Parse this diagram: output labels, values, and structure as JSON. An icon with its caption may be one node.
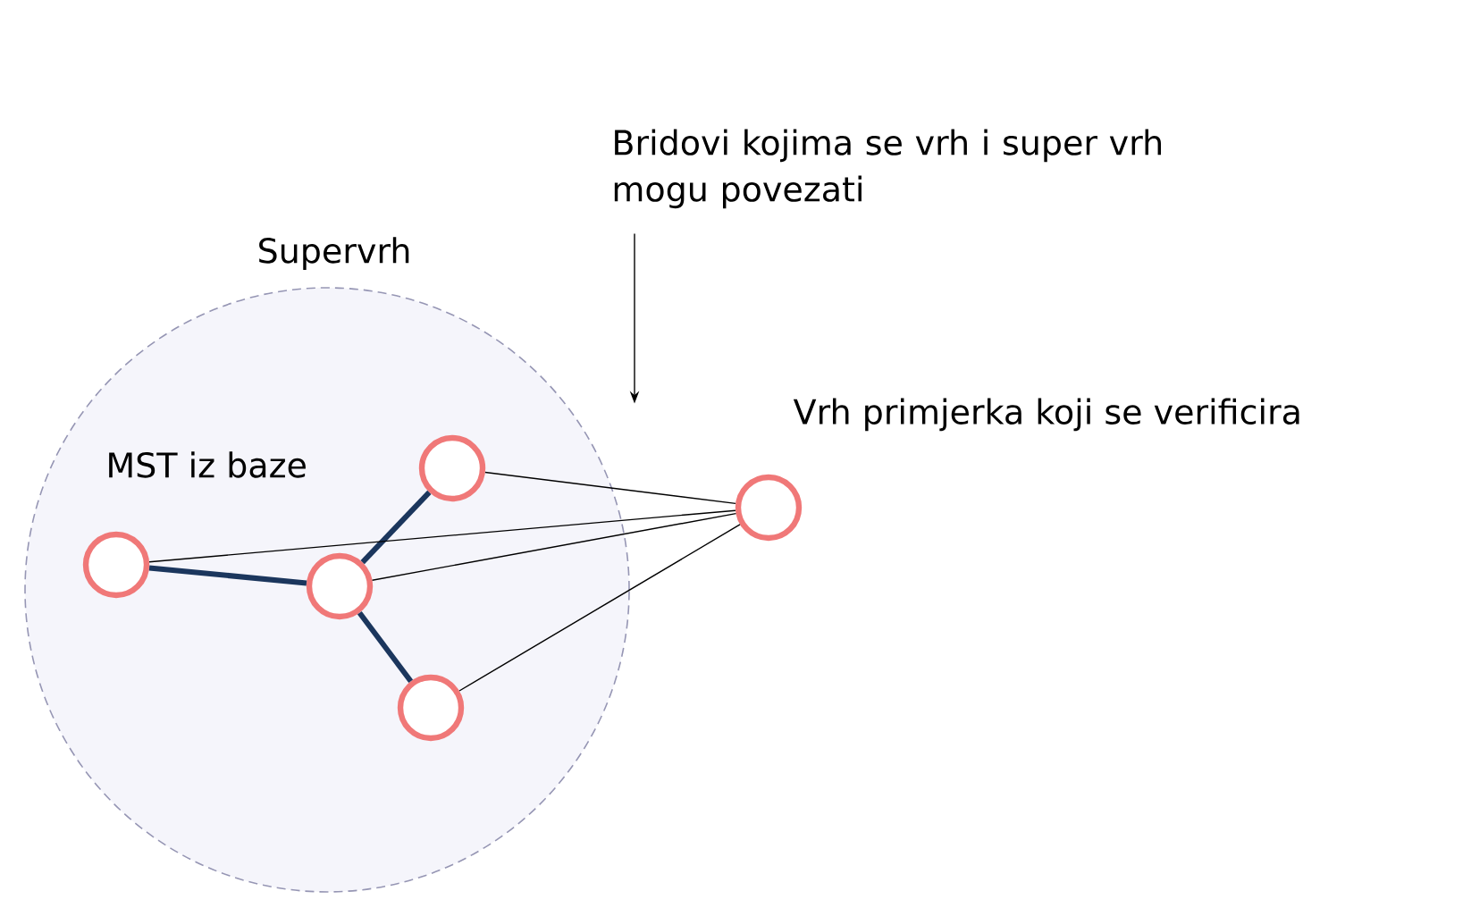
{
  "diagram": {
    "nodes": [
      {
        "text": [
          "Supervrh"
        ]
      },
      {
        "text": [],
        "shape": "circle",
        "in": 0
      },
      {
        "text": [],
        "shape": "circle",
        "in": 0
      },
      {
        "text": [],
        "shape": "circle",
        "in": 0
      },
      {
        "text": [],
        "shape": "circle",
        "in": 0
      },
      {
        "text": [],
        "shape": "circle",
        "beside": [
          "Vrh primjerka koji se verificira"
        ]
      },
      {
        "text": [
          "Bridovi kojima se vrh i super vrh mogu povezati"
        ]
      }
    ],
    "edges": [
      {
        "from": 1,
        "to": 2,
        "arrow": "none",
        "style": "thick",
        "color": "#1b365d"
      },
      {
        "from": 2,
        "to": 4,
        "arrow": "none",
        "style": "thick",
        "color": "#1b365d"
      },
      {
        "from": 2,
        "to": 3,
        "arrow": "none",
        "style": "thick",
        "color": "#1b365d"
      },
      {
        "from": 5,
        "to": 4,
        "arrow": "none"
      },
      {
        "from": 5,
        "to": 1,
        "arrow": "none"
      },
      {
        "from": 5,
        "to": 2,
        "arrow": "none"
      },
      {
        "from": 5,
        "to": 3,
        "arrow": "none"
      },
      {
        "from": 6,
        "to": null,
        "arrow": "to"
      }
    ],
    "labels": [
      "MST iz baze"
    ]
  }
}
